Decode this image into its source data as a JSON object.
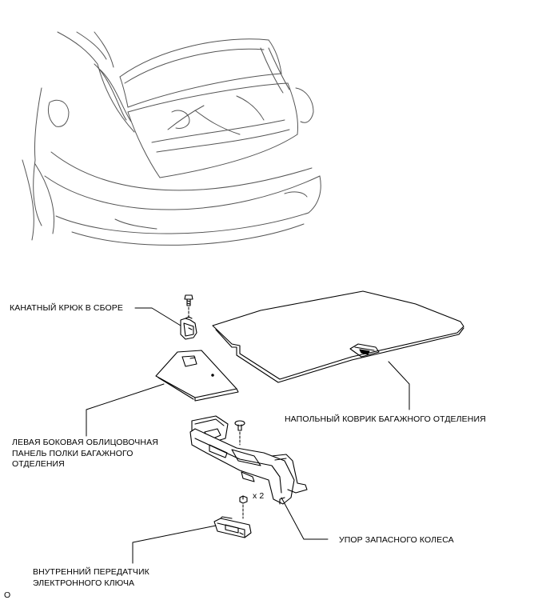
{
  "labels": {
    "rope_hook": "КАНАТНЫЙ КРЮК В СБОРЕ",
    "left_panel": [
      "ЛЕВАЯ БОКОВАЯ ОБЛИЦОВОЧНАЯ",
      "ПАНЕЛЬ ПОЛКИ БАГАЖНОГО",
      "ОТДЕЛЕНИЯ"
    ],
    "floor_mat": "НАПОЛЬНЫЙ КОВРИК БАГАЖНОГО ОТДЕЛЕНИЯ",
    "spare_wheel_stopper": "УПОР ЗАПАСНОГО КОЛЕСА",
    "quantity": "x 2",
    "transmitter": [
      "ВНУТРЕННИЙ ПЕРЕДАТЧИК",
      "ЭЛЕКТРОННОГО КЛЮЧА"
    ],
    "corner_mark": "O"
  }
}
